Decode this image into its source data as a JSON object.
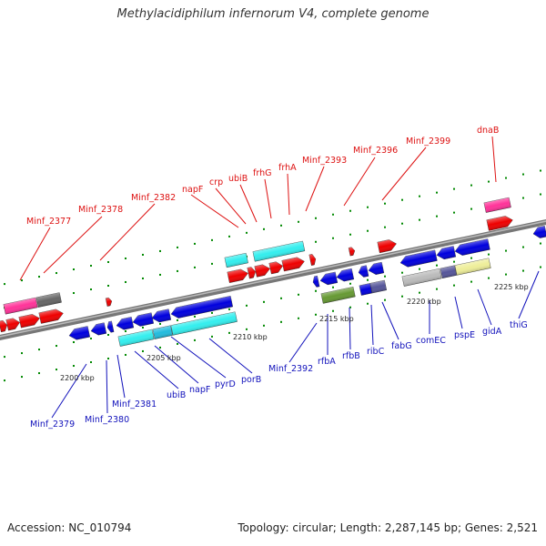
{
  "title": "Methylacidiphilum infernorum V4, complete genome",
  "footer": {
    "accession": "Accession: NC_010794",
    "summary": "Topology: circular; Length: 2,287,145 bp; Genes: 2,521"
  },
  "scale_ticks": [
    "2200 kbp",
    "2205 kbp",
    "2210 kbp",
    "2215 kbp",
    "2220 kbp",
    "2225 kbp"
  ],
  "upper_labels": [
    "Minf_2377",
    "Minf_2378",
    "Minf_2382",
    "napF",
    "crp",
    "ubiB",
    "frhG",
    "frhA",
    "Minf_2393",
    "Minf_2396",
    "Minf_2399",
    "dnaB"
  ],
  "lower_labels": [
    "Minf_2379",
    "Minf_2380",
    "Minf_2381",
    "ubiB",
    "napF",
    "pyrD",
    "porB",
    "Minf_2392",
    "rfbA",
    "rfbB",
    "ribC",
    "fabG",
    "comEC",
    "pspE",
    "gidA",
    "thiG"
  ],
  "colors": {
    "forward_label": "#dd1111",
    "reverse_label": "#1111bb",
    "forward_gene": "#ee0000",
    "reverse_gene": "#0000dd",
    "cog_cyan": "#33eeee",
    "cog_magenta": "#ff3399",
    "cog_grey": "#bbbbbb",
    "cog_olive": "#669933",
    "cog_yellow": "#eeee99",
    "cog_purple": "#555599",
    "cog_dark": "#666666",
    "backbone": "#888888",
    "tick": "#008800"
  }
}
